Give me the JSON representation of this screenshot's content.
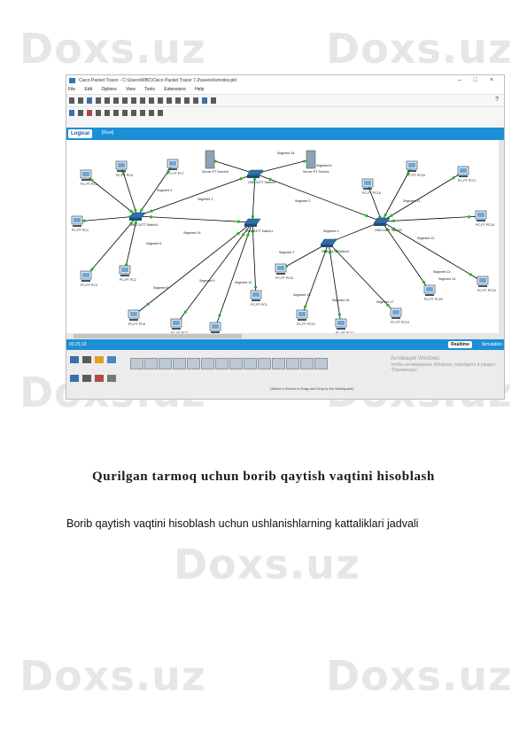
{
  "watermark": "Doxs.uz",
  "window": {
    "title": "Cisco Packet Tracer - C:\\Users\\WBC\\Cisco Packet Tracer 7.2\\saves\\Ismoilov.pkt",
    "menu": [
      "File",
      "Edit",
      "Options",
      "View",
      "Tools",
      "Extensions",
      "Help"
    ],
    "help_label": "?",
    "tab_label": "Logical",
    "tab_path": "[Root]",
    "time": "00:25:19",
    "realtime_label": "Realtime",
    "simulation_label": "Simulation",
    "activate_windows": "Активация Windows",
    "activate_hint": "Чтобы активировать Windows, перейдите в раздел \"Параметры\".",
    "scenario": "(Select a Device to Drag and Drop to the Workspace)"
  },
  "network": {
    "switch_labels": [
      "2960-24TT Switch3",
      "2960-24TT Switch1",
      "2960-24TT Switch0",
      "2960-24TT Switch2",
      "2960-24TT Switch4"
    ],
    "server_labels": [
      "Server-PT Server0",
      "Server-PT Server1"
    ],
    "pc_labels": [
      "PC-PT PC5",
      "PC-PT PC6",
      "PC-PT PC7",
      "PC-PT PC4",
      "PC-PT PC3",
      "PC-PT PC2",
      "PC-PT PC8",
      "PC-PT PC9",
      "PC-PT PC10",
      "PC-PT PC1",
      "PC-PT PC11",
      "PC-PT PC12",
      "PC-PT PC13",
      "PC-PT PC14",
      "PC-PT PC15",
      "PC-PT PC16",
      "PC-PT PC17",
      "PC-PT PC18",
      "PC-PT PC19",
      "PC-PT PC20"
    ],
    "segment_labels": [
      "Segment 1",
      "Segment 2",
      "Segment 3",
      "Segment 4",
      "Segment 5",
      "Segment 6",
      "Segment 7",
      "Segment 8",
      "Segment 9",
      "Segment 10",
      "Segment 11",
      "Segment 12",
      "Segment 13",
      "Segment 14",
      "Segment 15",
      "Segment 16",
      "Segment 17",
      "Segment 18",
      "Segment 19"
    ]
  },
  "heading": "Qurilgan tarmoq uchun borib qaytish vaqtini hisoblash",
  "paragraph": "Borib qaytish vaqtini hisoblash uchun ushlanishlarning kattaliklari jadvali"
}
